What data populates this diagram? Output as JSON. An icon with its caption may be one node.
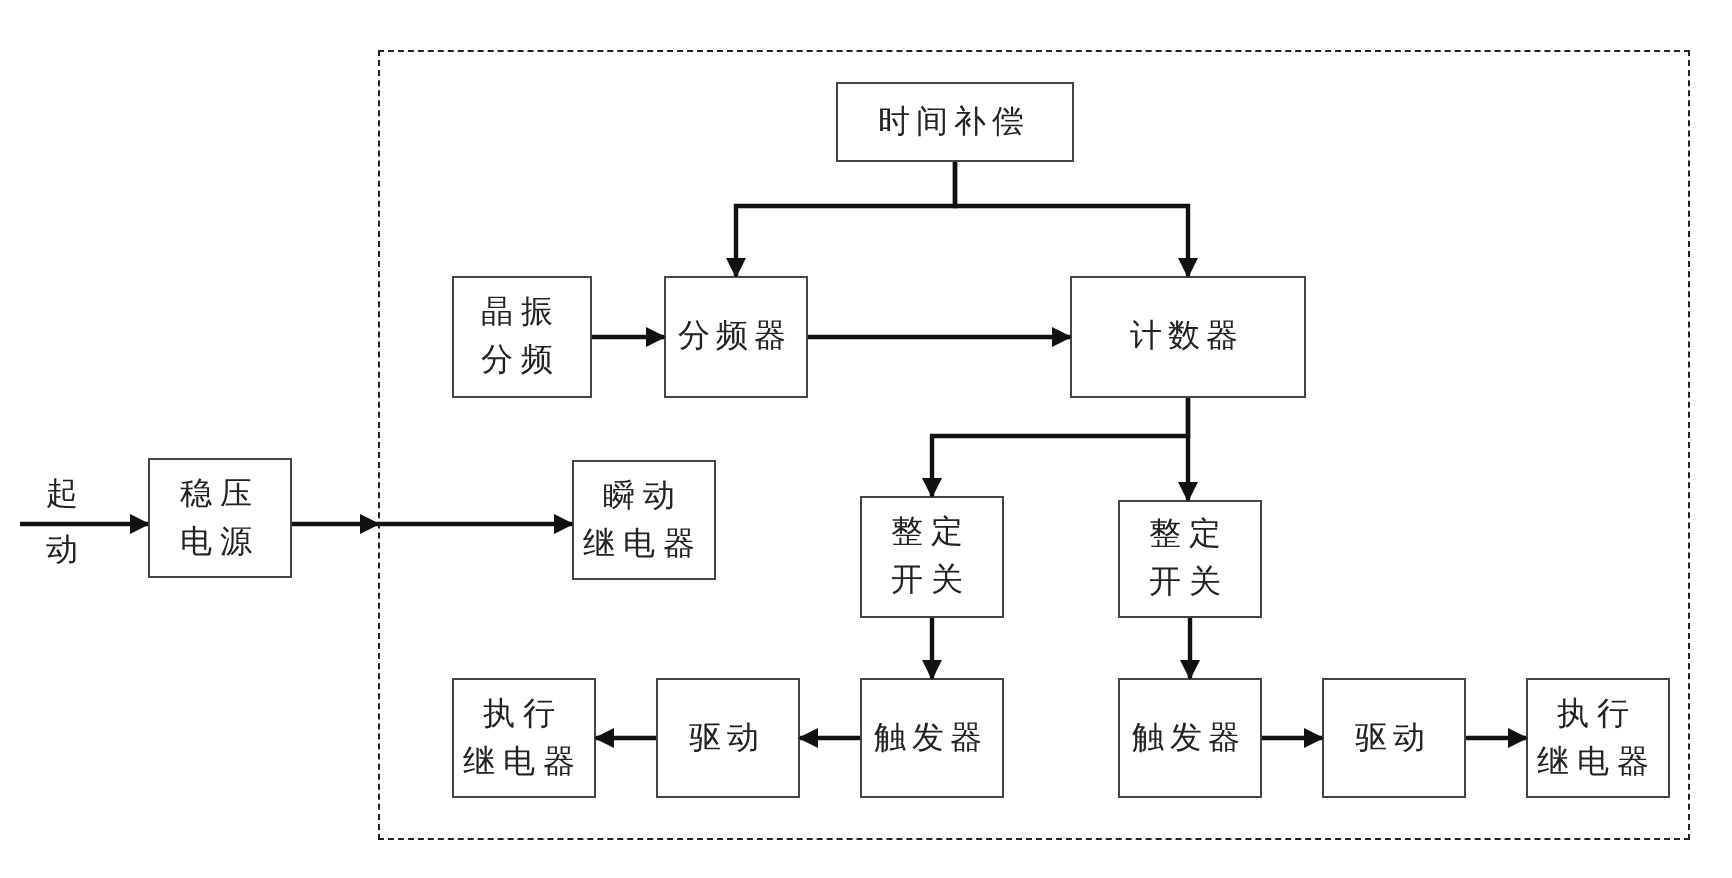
{
  "diagram": {
    "nodes": [
      {
        "text": [],
        "shape": "box"
      },
      {
        "text": [
          "起动"
        ]
      },
      {
        "text": [
          "稳压电源"
        ]
      },
      {
        "text": [
          "时间补偿"
        ],
        "in": 0
      },
      {
        "text": [
          "晶振分频"
        ],
        "in": 0
      },
      {
        "text": [
          "分频器"
        ],
        "in": 0
      },
      {
        "text": [
          "计数器"
        ],
        "in": 0
      },
      {
        "text": [
          "瞬动继电器"
        ],
        "in": 0
      },
      {
        "text": [
          "整定开关"
        ],
        "in": 0
      },
      {
        "text": [
          "整定开关"
        ],
        "in": 0
      },
      {
        "text": [
          "执行继电器"
        ],
        "in": 0
      },
      {
        "text": [
          "驱动"
        ],
        "in": 0
      },
      {
        "text": [
          "触发器"
        ],
        "in": 0
      },
      {
        "text": [
          "触发器"
        ],
        "in": 0
      },
      {
        "text": [
          "驱动"
        ],
        "in": 0
      },
      {
        "text": [
          "执行继电器"
        ],
        "in": 0
      }
    ],
    "edges": [
      {
        "from": 1,
        "to": 2,
        "arrow": "to"
      },
      {
        "from": 2,
        "to": 0,
        "arrow": "to"
      },
      {
        "from": 0,
        "to": 7,
        "arrow": "to"
      },
      {
        "from": 3,
        "to": 5,
        "arrow": "to"
      },
      {
        "from": 3,
        "to": 6,
        "arrow": "to"
      },
      {
        "from": 4,
        "to": 5,
        "arrow": "to"
      },
      {
        "from": 5,
        "to": 6,
        "arrow": "to"
      },
      {
        "from": 6,
        "to": 8,
        "arrow": "to"
      },
      {
        "from": 6,
        "to": 9,
        "arrow": "to"
      },
      {
        "from": 8,
        "to": 12,
        "arrow": "to"
      },
      {
        "from": 12,
        "to": 11,
        "arrow": "to"
      },
      {
        "from": 11,
        "to": 10,
        "arrow": "to"
      },
      {
        "from": 9,
        "to": 13,
        "arrow": "to"
      },
      {
        "from": 13,
        "to": 14,
        "arrow": "to"
      },
      {
        "from": 14,
        "to": 15,
        "arrow": "to"
      }
    ]
  }
}
